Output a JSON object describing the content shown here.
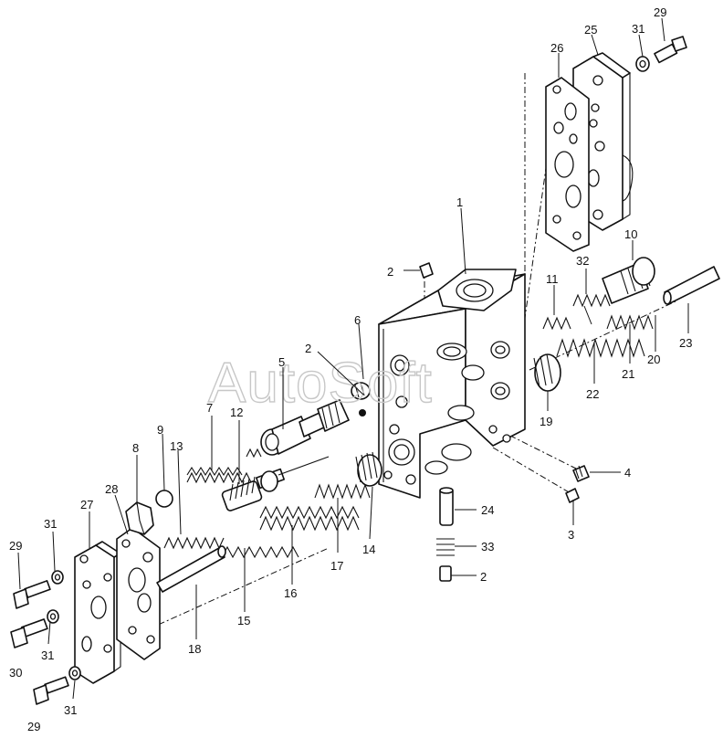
{
  "watermark": "AutoSoft",
  "callouts": [
    {
      "id": "c1",
      "text": "1"
    },
    {
      "id": "c2a",
      "text": "2"
    },
    {
      "id": "c2b",
      "text": "2"
    },
    {
      "id": "c2c",
      "text": "2"
    },
    {
      "id": "c3",
      "text": "3"
    },
    {
      "id": "c4",
      "text": "4"
    },
    {
      "id": "c5",
      "text": "5"
    },
    {
      "id": "c6",
      "text": "6"
    },
    {
      "id": "c7",
      "text": "7"
    },
    {
      "id": "c8",
      "text": "8"
    },
    {
      "id": "c9",
      "text": "9"
    },
    {
      "id": "c10",
      "text": "10"
    },
    {
      "id": "c11",
      "text": "11"
    },
    {
      "id": "c12",
      "text": "12"
    },
    {
      "id": "c13",
      "text": "13"
    },
    {
      "id": "c14",
      "text": "14"
    },
    {
      "id": "c15",
      "text": "15"
    },
    {
      "id": "c16",
      "text": "16"
    },
    {
      "id": "c17",
      "text": "17"
    },
    {
      "id": "c18",
      "text": "18"
    },
    {
      "id": "c19",
      "text": "19"
    },
    {
      "id": "c20",
      "text": "20"
    },
    {
      "id": "c21",
      "text": "21"
    },
    {
      "id": "c22",
      "text": "22"
    },
    {
      "id": "c23",
      "text": "23"
    },
    {
      "id": "c24",
      "text": "24"
    },
    {
      "id": "c25",
      "text": "25"
    },
    {
      "id": "c26",
      "text": "26"
    },
    {
      "id": "c27",
      "text": "27"
    },
    {
      "id": "c28",
      "text": "28"
    },
    {
      "id": "c29a",
      "text": "29"
    },
    {
      "id": "c29b",
      "text": "29"
    },
    {
      "id": "c29c",
      "text": "29"
    },
    {
      "id": "c30",
      "text": "30"
    },
    {
      "id": "c31a",
      "text": "31"
    },
    {
      "id": "c31b",
      "text": "31"
    },
    {
      "id": "c31c",
      "text": "31"
    },
    {
      "id": "c31d",
      "text": "31"
    },
    {
      "id": "c32",
      "text": "32"
    },
    {
      "id": "c33",
      "text": "33"
    }
  ]
}
